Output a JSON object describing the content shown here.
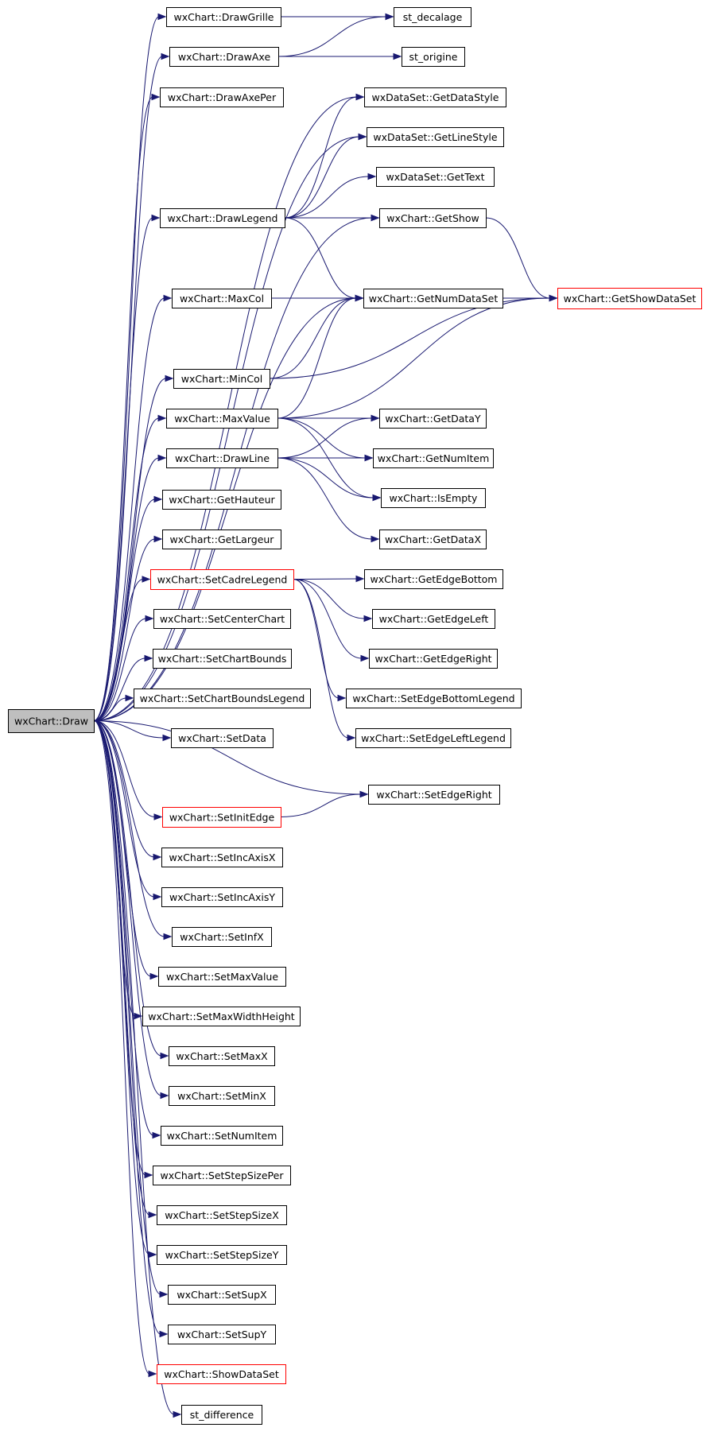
{
  "diagram": {
    "root": "wxChart::Draw",
    "nodes": [
      {
        "id": "draw",
        "label": "wxChart::Draw",
        "style": "root"
      },
      {
        "id": "drawgrille",
        "label": "wxChart::DrawGrille"
      },
      {
        "id": "drawaxe",
        "label": "wxChart::DrawAxe"
      },
      {
        "id": "drawaxeper",
        "label": "wxChart::DrawAxePer"
      },
      {
        "id": "drawlegend",
        "label": "wxChart::DrawLegend"
      },
      {
        "id": "maxcol",
        "label": "wxChart::MaxCol"
      },
      {
        "id": "mincol",
        "label": "wxChart::MinCol"
      },
      {
        "id": "maxvalue",
        "label": "wxChart::MaxValue"
      },
      {
        "id": "drawline",
        "label": "wxChart::DrawLine"
      },
      {
        "id": "gethauteur",
        "label": "wxChart::GetHauteur"
      },
      {
        "id": "getlargeur",
        "label": "wxChart::GetLargeur"
      },
      {
        "id": "setcadrelegend",
        "label": "wxChart::SetCadreLegend",
        "style": "red"
      },
      {
        "id": "setcenterchart",
        "label": "wxChart::SetCenterChart"
      },
      {
        "id": "setchartbounds",
        "label": "wxChart::SetChartBounds"
      },
      {
        "id": "setchartboundslegend",
        "label": "wxChart::SetChartBoundsLegend"
      },
      {
        "id": "setdata",
        "label": "wxChart::SetData"
      },
      {
        "id": "setinitedge",
        "label": "wxChart::SetInitEdge",
        "style": "red"
      },
      {
        "id": "setincaxisx",
        "label": "wxChart::SetIncAxisX"
      },
      {
        "id": "setincaxisy",
        "label": "wxChart::SetIncAxisY"
      },
      {
        "id": "setinfx",
        "label": "wxChart::SetInfX"
      },
      {
        "id": "setmaxvalue",
        "label": "wxChart::SetMaxValue"
      },
      {
        "id": "setmaxwidthheight",
        "label": "wxChart::SetMaxWidthHeight"
      },
      {
        "id": "setmaxx",
        "label": "wxChart::SetMaxX"
      },
      {
        "id": "setminx",
        "label": "wxChart::SetMinX"
      },
      {
        "id": "setnumitem",
        "label": "wxChart::SetNumItem"
      },
      {
        "id": "setstepsizeper",
        "label": "wxChart::SetStepSizePer"
      },
      {
        "id": "setstepsizex",
        "label": "wxChart::SetStepSizeX"
      },
      {
        "id": "setstepsizey",
        "label": "wxChart::SetStepSizeY"
      },
      {
        "id": "setsupx",
        "label": "wxChart::SetSupX"
      },
      {
        "id": "setsupy",
        "label": "wxChart::SetSupY"
      },
      {
        "id": "showdataset",
        "label": "wxChart::ShowDataSet",
        "style": "red"
      },
      {
        "id": "stdifference",
        "label": "st_difference"
      },
      {
        "id": "stdecalage",
        "label": "st_decalage"
      },
      {
        "id": "storigine",
        "label": "st_origine"
      },
      {
        "id": "getdatastyle",
        "label": "wxDataSet::GetDataStyle"
      },
      {
        "id": "getlinestyle",
        "label": "wxDataSet::GetLineStyle"
      },
      {
        "id": "gettext",
        "label": "wxDataSet::GetText"
      },
      {
        "id": "getshow",
        "label": "wxChart::GetShow"
      },
      {
        "id": "getnumdataset",
        "label": "wxChart::GetNumDataSet"
      },
      {
        "id": "getshowdataset",
        "label": "wxChart::GetShowDataSet",
        "style": "red"
      },
      {
        "id": "getdatay",
        "label": "wxChart::GetDataY"
      },
      {
        "id": "getnumitem",
        "label": "wxChart::GetNumItem"
      },
      {
        "id": "isempty",
        "label": "wxChart::IsEmpty"
      },
      {
        "id": "getdatax",
        "label": "wxChart::GetDataX"
      },
      {
        "id": "getedgebottom",
        "label": "wxChart::GetEdgeBottom"
      },
      {
        "id": "getedgeleft",
        "label": "wxChart::GetEdgeLeft"
      },
      {
        "id": "getedgeright",
        "label": "wxChart::GetEdgeRight"
      },
      {
        "id": "setedgebottomlegend",
        "label": "wxChart::SetEdgeBottomLegend"
      },
      {
        "id": "setedgeleftlegend",
        "label": "wxChart::SetEdgeLeftLegend"
      },
      {
        "id": "setedgeright",
        "label": "wxChart::SetEdgeRight"
      }
    ],
    "edges": [
      [
        "draw",
        "drawgrille"
      ],
      [
        "draw",
        "drawaxe"
      ],
      [
        "draw",
        "drawaxeper"
      ],
      [
        "draw",
        "drawlegend"
      ],
      [
        "draw",
        "maxcol"
      ],
      [
        "draw",
        "mincol"
      ],
      [
        "draw",
        "maxvalue"
      ],
      [
        "draw",
        "drawline"
      ],
      [
        "draw",
        "gethauteur"
      ],
      [
        "draw",
        "getlargeur"
      ],
      [
        "draw",
        "setcadrelegend"
      ],
      [
        "draw",
        "setcenterchart"
      ],
      [
        "draw",
        "setchartbounds"
      ],
      [
        "draw",
        "setchartboundslegend"
      ],
      [
        "draw",
        "setdata"
      ],
      [
        "draw",
        "setinitedge"
      ],
      [
        "draw",
        "setincaxisx"
      ],
      [
        "draw",
        "setincaxisy"
      ],
      [
        "draw",
        "setinfx"
      ],
      [
        "draw",
        "setmaxvalue"
      ],
      [
        "draw",
        "setmaxwidthheight"
      ],
      [
        "draw",
        "setmaxx"
      ],
      [
        "draw",
        "setminx"
      ],
      [
        "draw",
        "setnumitem"
      ],
      [
        "draw",
        "setstepsizeper"
      ],
      [
        "draw",
        "setstepsizex"
      ],
      [
        "draw",
        "setstepsizey"
      ],
      [
        "draw",
        "setsupx"
      ],
      [
        "draw",
        "setsupy"
      ],
      [
        "draw",
        "showdataset"
      ],
      [
        "draw",
        "stdifference"
      ],
      [
        "draw",
        "getdatastyle"
      ],
      [
        "draw",
        "getlinestyle"
      ],
      [
        "draw",
        "getshow"
      ],
      [
        "draw",
        "getnumdataset"
      ],
      [
        "draw",
        "setedgeright"
      ],
      [
        "drawgrille",
        "stdecalage"
      ],
      [
        "drawaxe",
        "stdecalage"
      ],
      [
        "drawaxe",
        "storigine"
      ],
      [
        "drawlegend",
        "getdatastyle"
      ],
      [
        "drawlegend",
        "getlinestyle"
      ],
      [
        "drawlegend",
        "gettext"
      ],
      [
        "drawlegend",
        "getshow"
      ],
      [
        "drawlegend",
        "getnumdataset"
      ],
      [
        "getshow",
        "getshowdataset"
      ],
      [
        "maxcol",
        "getnumdataset"
      ],
      [
        "maxcol",
        "getshowdataset"
      ],
      [
        "mincol",
        "getnumdataset"
      ],
      [
        "mincol",
        "getshowdataset"
      ],
      [
        "maxvalue",
        "getnumdataset"
      ],
      [
        "maxvalue",
        "getshowdataset"
      ],
      [
        "maxvalue",
        "getdatay"
      ],
      [
        "maxvalue",
        "getnumitem"
      ],
      [
        "maxvalue",
        "isempty"
      ],
      [
        "drawline",
        "getdatay"
      ],
      [
        "drawline",
        "getnumitem"
      ],
      [
        "drawline",
        "isempty"
      ],
      [
        "drawline",
        "getdatax"
      ],
      [
        "setcadrelegend",
        "getedgebottom"
      ],
      [
        "setcadrelegend",
        "getedgeleft"
      ],
      [
        "setcadrelegend",
        "getedgeright"
      ],
      [
        "setcadrelegend",
        "setedgebottomlegend"
      ],
      [
        "setcadrelegend",
        "setedgeleftlegend"
      ],
      [
        "setinitedge",
        "setedgeright"
      ]
    ]
  }
}
